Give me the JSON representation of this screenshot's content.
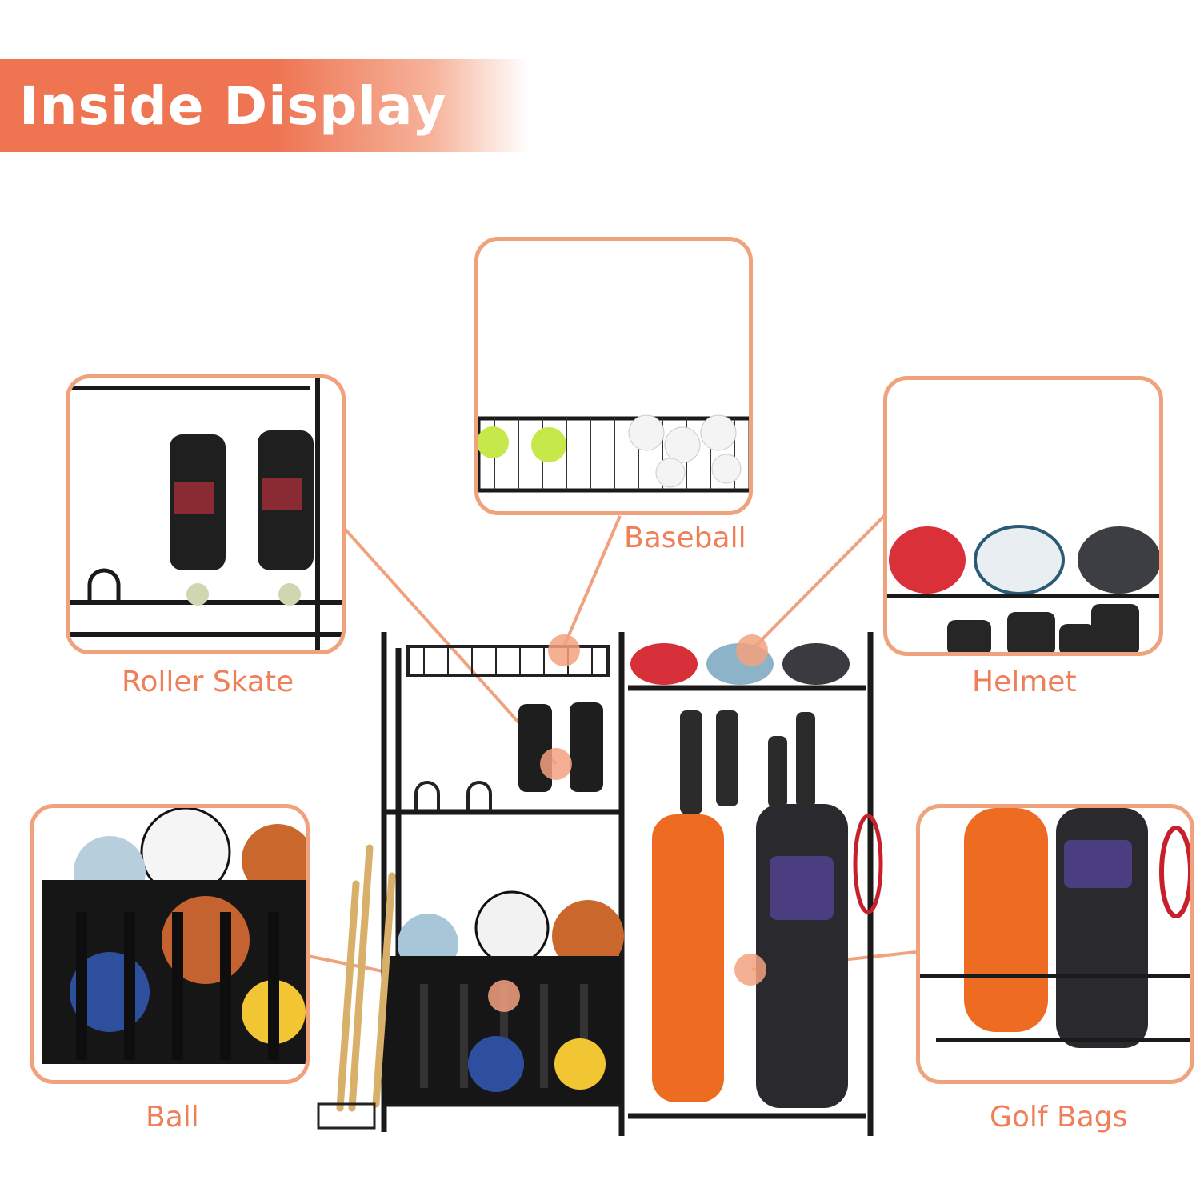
{
  "banner": {
    "title": "Inside Display"
  },
  "callouts": {
    "baseball": {
      "label": "Baseball"
    },
    "roller_skate": {
      "label": "Roller Skate"
    },
    "helmet": {
      "label": "Helmet"
    },
    "ball": {
      "label": "Ball"
    },
    "golf_bags": {
      "label": "Golf Bags"
    }
  },
  "colors": {
    "accent": "#ee7452",
    "outline": "#f0a27c",
    "label": "#ee7f58"
  }
}
